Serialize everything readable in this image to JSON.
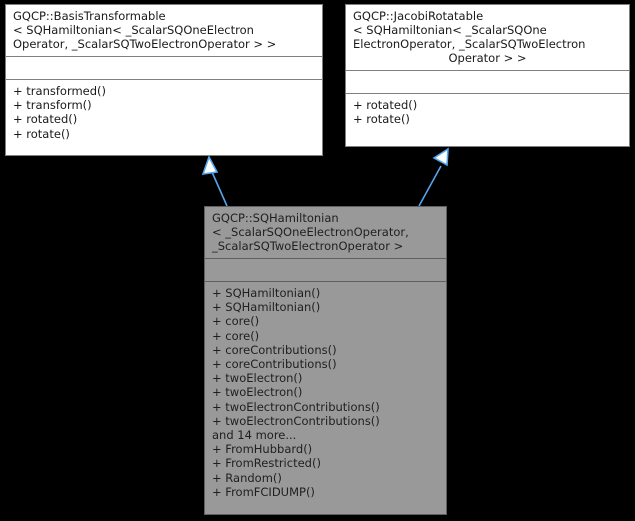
{
  "diagram": {
    "type": "uml-class-inheritance",
    "title": "GQCP::SQHamiltonian inheritance diagram",
    "background_color": "#000000",
    "edge_color": "#55a5ee",
    "edge_kind": "generalization",
    "box_border_color": "#7f7f7f",
    "box_fill_color": "#ffffff",
    "highlight_fill_color": "#999999"
  },
  "classes": {
    "basis_transformable": {
      "name": "GQCP::BasisTransformable",
      "template_line_1": "< SQHamiltonian< _ScalarSQOneElectron",
      "template_line_2": "Operator, _ScalarSQTwoElectronOperator > >",
      "title": "GQCP::BasisTransformable\n< SQHamiltonian< _ScalarSQOneElectron\nOperator, _ScalarSQTwoElectronOperator > >",
      "attributes": [],
      "operations": [
        "+ transformed()",
        "+ transform()",
        "+ rotated()",
        "+ rotate()"
      ]
    },
    "jacobi_rotatable": {
      "name": "GQCP::JacobiRotatable",
      "template_line_1": "< SQHamiltonian< _ScalarSQOne",
      "template_line_2": "ElectronOperator, _ScalarSQTwoElectron",
      "template_line_3": "Operator > >",
      "title": "GQCP::JacobiRotatable\n< SQHamiltonian< _ScalarSQOne\nElectronOperator, _ScalarSQTwoElectron",
      "title_tail": "Operator > >",
      "attributes": [],
      "operations": [
        "+ rotated()",
        "+ rotate()"
      ]
    },
    "sqhamiltonian": {
      "name": "GQCP::SQHamiltonian",
      "template_line_1": "< _ScalarSQOneElectronOperator,",
      "template_line_2": "_ScalarSQTwoElectronOperator >",
      "title": "GQCP::SQHamiltonian\n< _ScalarSQOneElectronOperator,\n _ScalarSQTwoElectronOperator >",
      "attributes": [],
      "operations": [
        "+ SQHamiltonian()",
        "+ SQHamiltonian()",
        "+ core()",
        "+ core()",
        "+ coreContributions()",
        "+ coreContributions()",
        "+ twoElectron()",
        "+ twoElectron()",
        "+ twoElectronContributions()",
        "+ twoElectronContributions()",
        "and 14 more...",
        "+ FromHubbard()",
        "+ FromRestricted()",
        "+ Random()",
        "+ FromFCIDUMP()"
      ]
    }
  },
  "edges": [
    {
      "from": "sqhamiltonian",
      "to": "basis_transformable",
      "label": "inherits",
      "arrowhead": "hollow-triangle"
    },
    {
      "from": "sqhamiltonian",
      "to": "jacobi_rotatable",
      "label": "inherits",
      "arrowhead": "hollow-triangle"
    }
  ]
}
